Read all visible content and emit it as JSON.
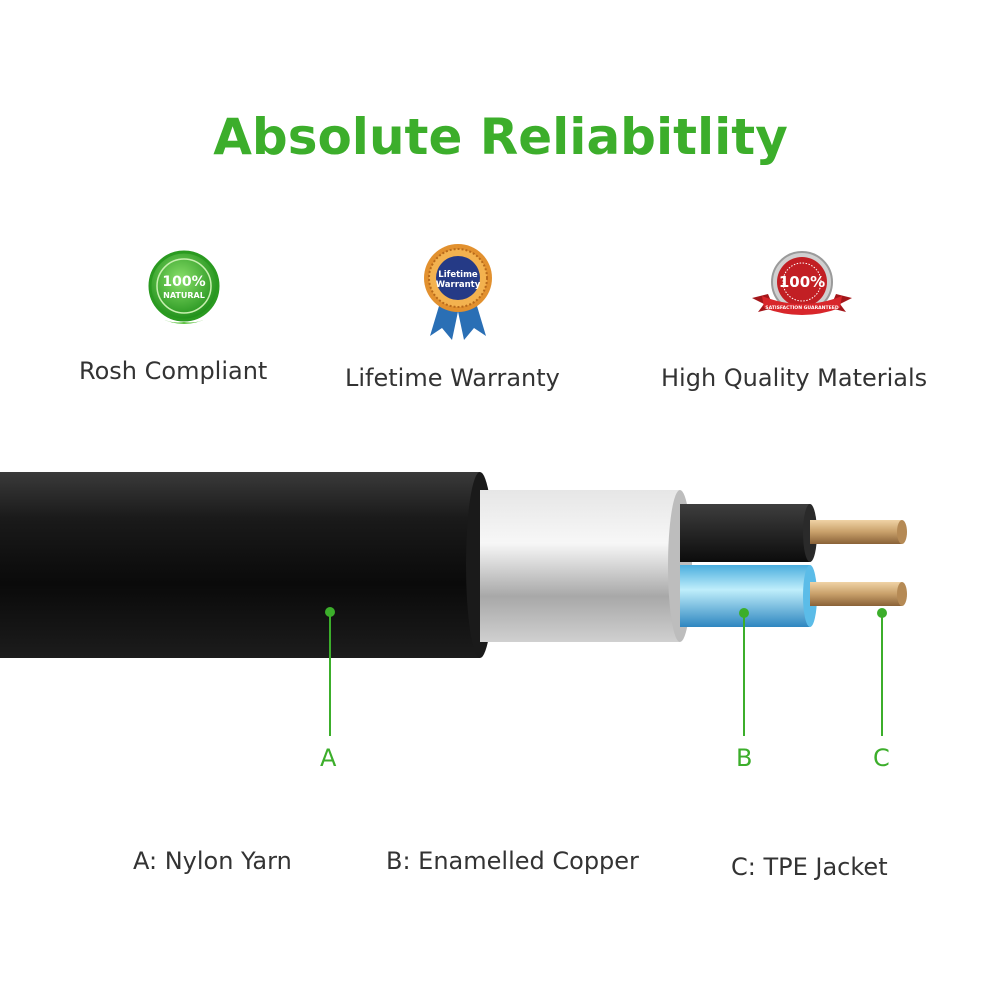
{
  "title": "Absolute Reliabitlity",
  "features": [
    {
      "label": "Rosh Compliant",
      "icon": "natural-seal-icon",
      "badge_text_line1": "100%",
      "badge_text_line2": "NATURAL"
    },
    {
      "label": "Lifetime Warranty",
      "icon": "warranty-ribbon-icon",
      "badge_text_line1": "Lifetime",
      "badge_text_line2": "Warranty"
    },
    {
      "label": "High Quality Materials",
      "icon": "satisfaction-seal-icon",
      "badge_text_line1": "100%",
      "badge_text_line2": "SATISFACTION GUARANTEED"
    }
  ],
  "callouts": [
    {
      "letter": "A",
      "legend": "A:  Nylon Yarn"
    },
    {
      "letter": "B",
      "legend": "B: Enamelled Copper"
    },
    {
      "letter": "C",
      "legend": "C: TPE Jacket"
    }
  ],
  "colors": {
    "accent": "#3cae2b",
    "text": "#333333",
    "jacket": "#111111",
    "shield": "#c9c9c9",
    "blue_core": "#8fd6f0",
    "copper": "#c8a06a"
  }
}
